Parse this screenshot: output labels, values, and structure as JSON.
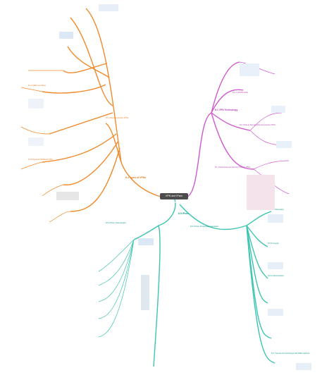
{
  "central": "VPN and IPsec Concepts",
  "branches": {
    "types": "8.4 Types of VPNs",
    "vpn_technology": "8.1 VPN Technology",
    "ipsec": "8.5 IPsec"
  },
  "leaves": {
    "vpn_benefits_title": "8.1.2 VPN Benefits",
    "site_to_site": "8.1.3 Site-to-Site and Remote-Access VPNs",
    "enterprise_provider": "8.1.4 Enterprise and Service Provider VPNs",
    "remote_access": "8.4.1 Remote-Access VPNs",
    "ipsec_technologies": "8.5.2 IPsec Technologies",
    "ipsec_protocol_encapsulation": "8.5.3 IPsec Protocol Encapsulation",
    "confidentiality": "8.5.4 Confidentiality",
    "integrity": "8.5.5 Integrity",
    "authentication": "8.5.6 Authentication",
    "secure_key_exchange": "8.5.7 Secure Key Exchange with Diffie-Hellman",
    "dmvpn": "8.4.5 Dynamic Multipoint VPN",
    "gre_over_ipsec": "8.4.4 GRE over IPsec"
  }
}
